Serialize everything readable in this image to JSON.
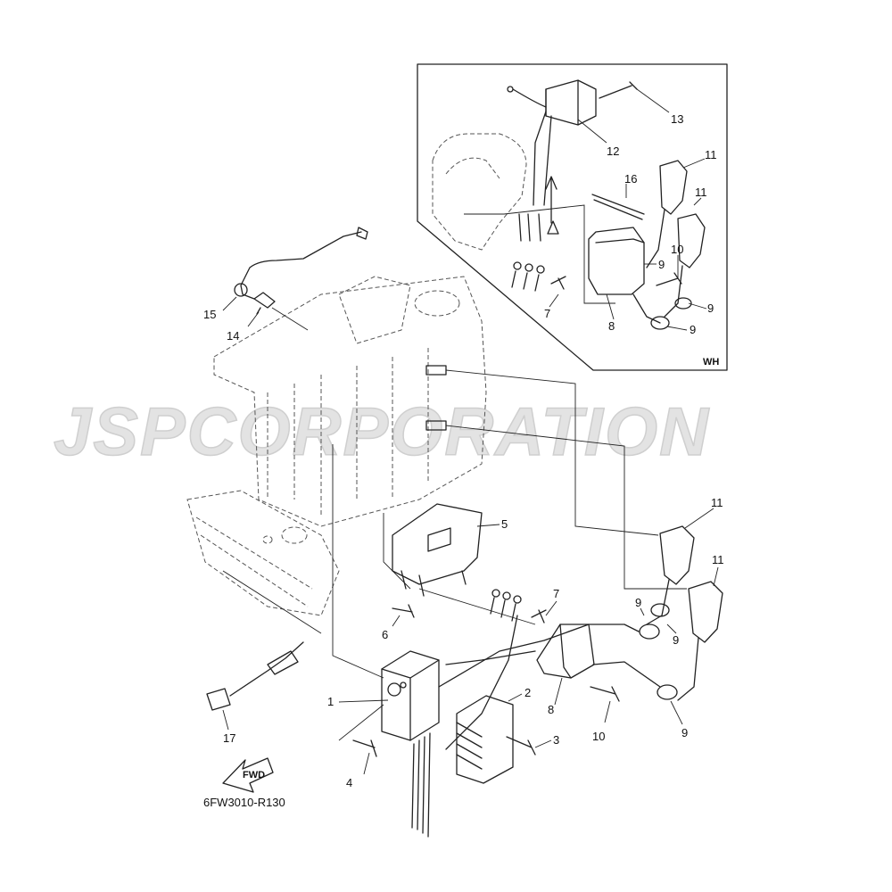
{
  "watermark": {
    "text": "JSPCORPORATION"
  },
  "inset": {
    "code": "WH"
  },
  "callouts": [
    {
      "id": "inset-13",
      "text": "13"
    },
    {
      "id": "inset-12",
      "text": "12"
    },
    {
      "id": "inset-11a",
      "text": "11"
    },
    {
      "id": "inset-16",
      "text": "16"
    },
    {
      "id": "inset-11b",
      "text": "11"
    },
    {
      "id": "inset-10",
      "text": "10"
    },
    {
      "id": "inset-9a",
      "text": "9"
    },
    {
      "id": "inset-7",
      "text": "7"
    },
    {
      "id": "inset-9b",
      "text": "9"
    },
    {
      "id": "inset-8",
      "text": "8"
    },
    {
      "id": "inset-9c",
      "text": "9"
    },
    {
      "id": "main-15",
      "text": "15"
    },
    {
      "id": "main-14",
      "text": "14"
    },
    {
      "id": "main-5",
      "text": "5"
    },
    {
      "id": "main-11a",
      "text": "11"
    },
    {
      "id": "main-11b",
      "text": "11"
    },
    {
      "id": "main-7",
      "text": "7"
    },
    {
      "id": "main-6",
      "text": "6"
    },
    {
      "id": "main-9a",
      "text": "9"
    },
    {
      "id": "main-9b",
      "text": "9"
    },
    {
      "id": "main-1",
      "text": "1"
    },
    {
      "id": "main-2",
      "text": "2"
    },
    {
      "id": "main-8",
      "text": "8"
    },
    {
      "id": "main-10",
      "text": "10"
    },
    {
      "id": "main-9c",
      "text": "9"
    },
    {
      "id": "main-3",
      "text": "3"
    },
    {
      "id": "main-17",
      "text": "17"
    },
    {
      "id": "main-4",
      "text": "4"
    }
  ],
  "fwd_arrow": {
    "text": "FWD"
  },
  "diagram_code": "6FW3010-R130"
}
